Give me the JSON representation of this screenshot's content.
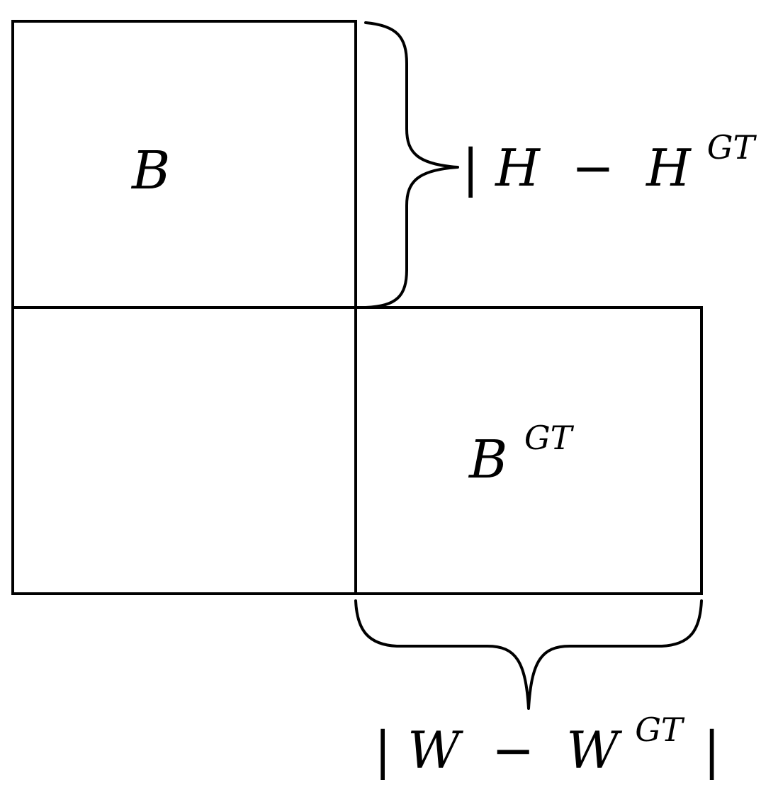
{
  "diagram": {
    "box_b": {
      "label": "B"
    },
    "box_bgt": {
      "base": "B",
      "superscript": "GT"
    },
    "height_diff": {
      "open_bar": "|",
      "var1": "H",
      "minus": "−",
      "var2": "H",
      "superscript": "GT",
      "close_bar": "|"
    },
    "width_diff": {
      "open_bar": "|",
      "var1": "W",
      "minus": "−",
      "var2": "W",
      "superscript": "GT",
      "close_bar": "|"
    }
  }
}
